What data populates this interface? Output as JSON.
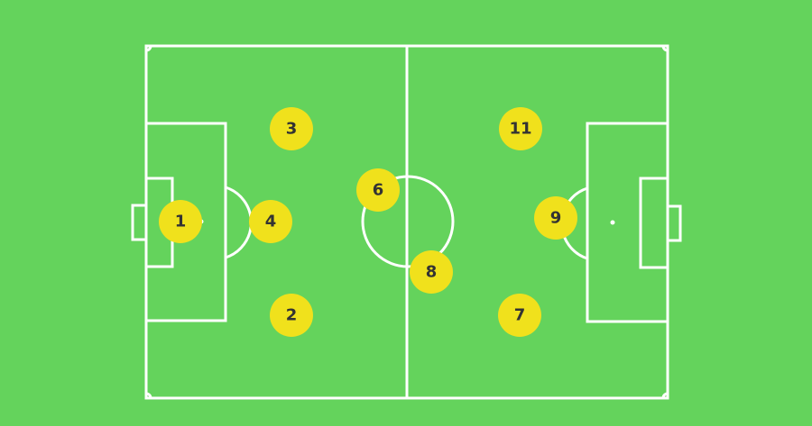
{
  "colors": {
    "pitch": "#64d35c",
    "lines": "#ffffff",
    "player": "#f0e11c",
    "player_text": "#333333"
  },
  "players": [
    {
      "number": "1"
    },
    {
      "number": "2"
    },
    {
      "number": "3"
    },
    {
      "number": "4"
    },
    {
      "number": "6"
    },
    {
      "number": "8"
    },
    {
      "number": "7"
    },
    {
      "number": "9"
    },
    {
      "number": "11"
    }
  ]
}
